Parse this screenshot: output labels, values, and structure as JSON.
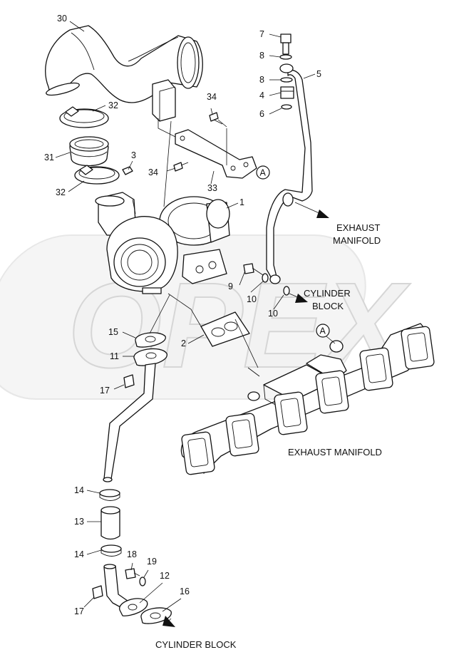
{
  "watermark_text": "OPEX",
  "part_numbers": {
    "p30": "30",
    "p7": "7",
    "p8a": "8",
    "p8b": "8",
    "p5": "5",
    "p4": "4",
    "p6": "6",
    "p32a": "32",
    "p34a": "34",
    "p31": "31",
    "p3": "3",
    "p34b": "34",
    "p32b": "32",
    "p33": "33",
    "p1": "1",
    "p9": "9",
    "p10a": "10",
    "p10b": "10",
    "p15": "15",
    "p2": "2",
    "p11": "11",
    "p17a": "17",
    "p14a": "14",
    "p13": "13",
    "p14b": "14",
    "p18": "18",
    "p19": "19",
    "p12": "12",
    "p16": "16",
    "p17b": "17"
  },
  "reference_marks": {
    "a1": "A",
    "a2": "A"
  },
  "captions": {
    "exhaust_manifold_upper_1": "EXHAUST",
    "exhaust_manifold_upper_2": "MANIFOLD",
    "cylinder_block_mid_1": "CYLINDER",
    "cylinder_block_mid_2": "BLOCK",
    "exhaust_manifold_lower": "EXHAUST MANIFOLD",
    "cylinder_block_bottom": "CYLINDER BLOCK"
  }
}
